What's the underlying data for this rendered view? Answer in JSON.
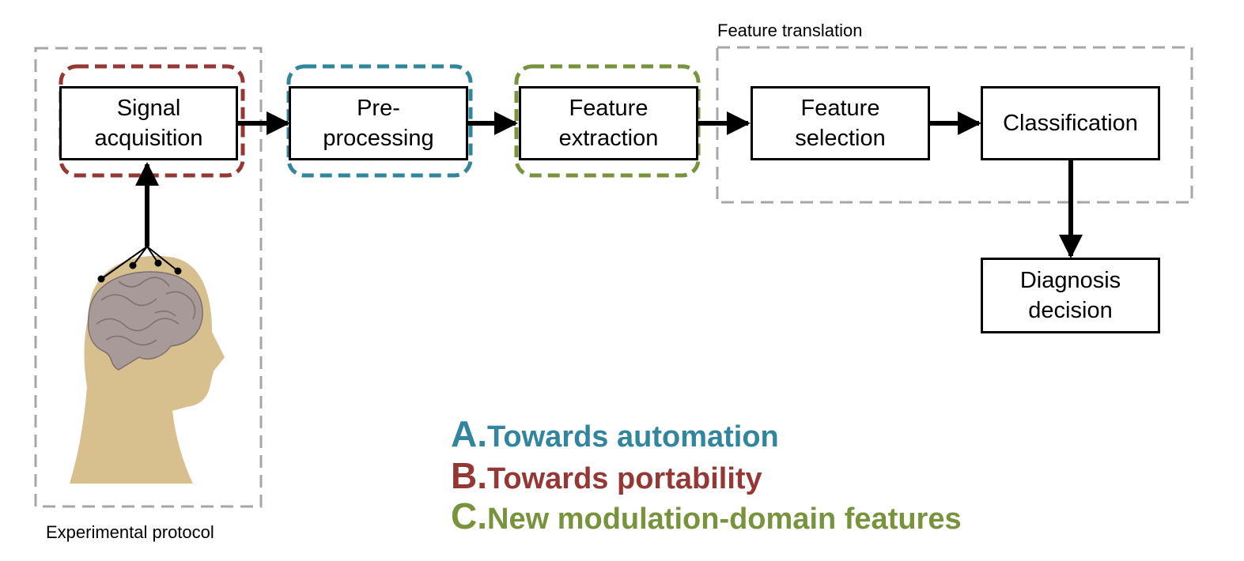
{
  "groups": {
    "experimental_protocol": "Experimental protocol",
    "feature_translation": "Feature translation"
  },
  "nodes": {
    "signal_acquisition": "Signal\nacquisition",
    "preprocessing": "Pre-\nprocessing",
    "feature_extraction": "Feature\nextraction",
    "feature_selection": "Feature\nselection",
    "classification": "Classification",
    "diagnosis_decision": "Diagnosis\ndecision"
  },
  "legend": [
    {
      "letter": "A.",
      "text": "Towards automation",
      "color": "#31859c"
    },
    {
      "letter": "B.",
      "text": "Towards portability",
      "color": "#953735"
    },
    {
      "letter": "C.",
      "text": "New modulation-domain features",
      "color": "#77933c"
    }
  ],
  "colors": {
    "group_border": "#a6a6a6",
    "automation": "#31859c",
    "portability": "#953735",
    "features": "#77933c",
    "head": "#d7bf8e",
    "brain": "#a89a99"
  }
}
